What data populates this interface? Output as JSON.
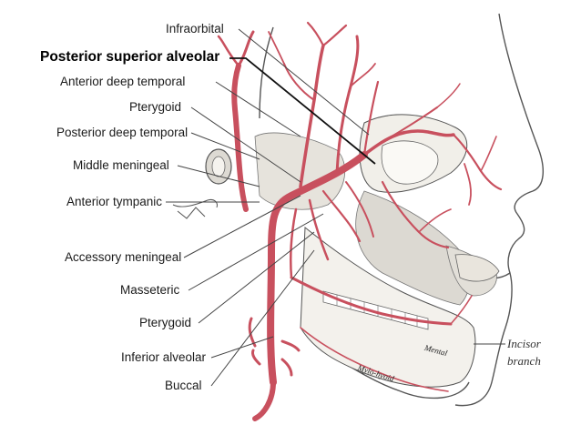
{
  "labels": {
    "infraorbital": "Infraorbital",
    "posterior_superior_alveolar": "Posterior superior alveolar",
    "anterior_deep_temporal": "Anterior deep temporal",
    "pterygoid_upper": "Pterygoid",
    "posterior_deep_temporal": "Posterior deep temporal",
    "middle_meningeal": "Middle meningeal",
    "anterior_tympanic": "Anterior tympanic",
    "accessory_meningeal": "Accessory meningeal",
    "masseteric": "Masseteric",
    "pterygoid_lower": "Pterygoid",
    "inferior_alveolar": "Inferior alveolar",
    "buccal": "Buccal",
    "incisor_branch_line1": "Incisor",
    "incisor_branch_line2": "branch",
    "mental": "Mental",
    "mylo_hyoid": "Mylo-hyoid"
  },
  "colors": {
    "artery": "#c8505e",
    "artery_dark": "#a83a48",
    "bone": "#f1efe9",
    "muscle": "#d9d6cf",
    "outline": "#555555",
    "leader": "#444444"
  }
}
